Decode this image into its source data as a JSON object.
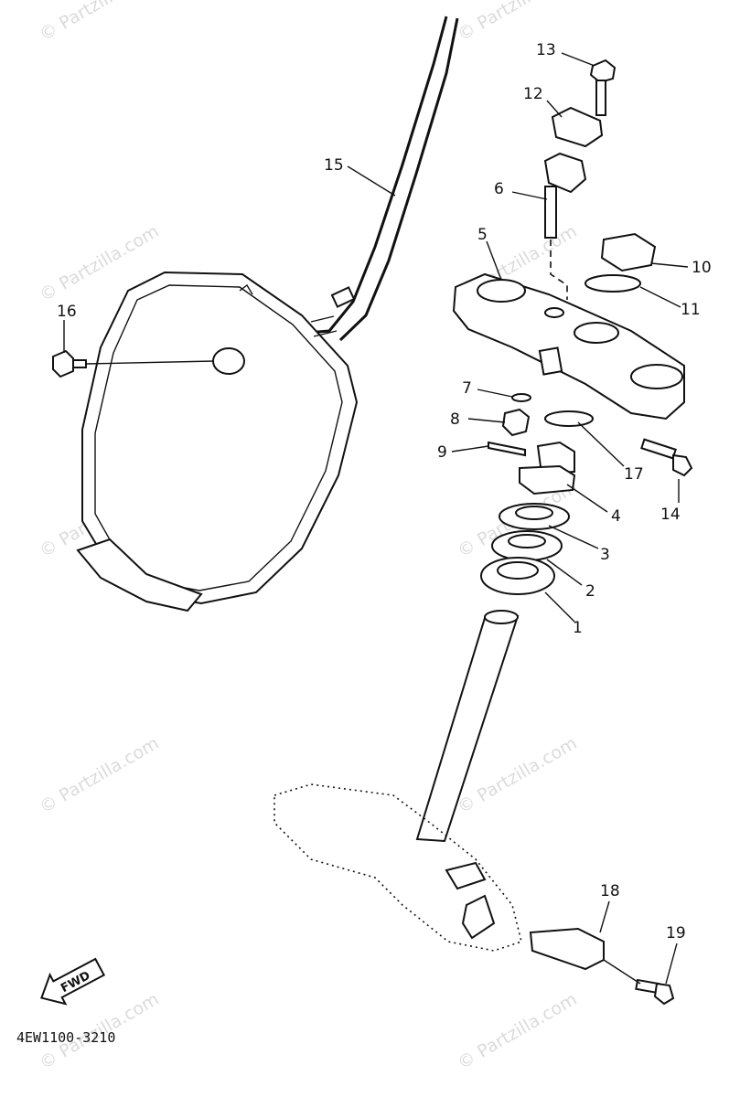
{
  "diagram": {
    "code": "4EW1100-3210",
    "fwd_label": "FWD",
    "callouts": [
      "13",
      "12",
      "6",
      "10",
      "5",
      "11",
      "15",
      "16",
      "7",
      "8",
      "9",
      "17",
      "14",
      "4",
      "3",
      "2",
      "1",
      "18",
      "19"
    ],
    "watermark": "© Partzilla.com"
  }
}
